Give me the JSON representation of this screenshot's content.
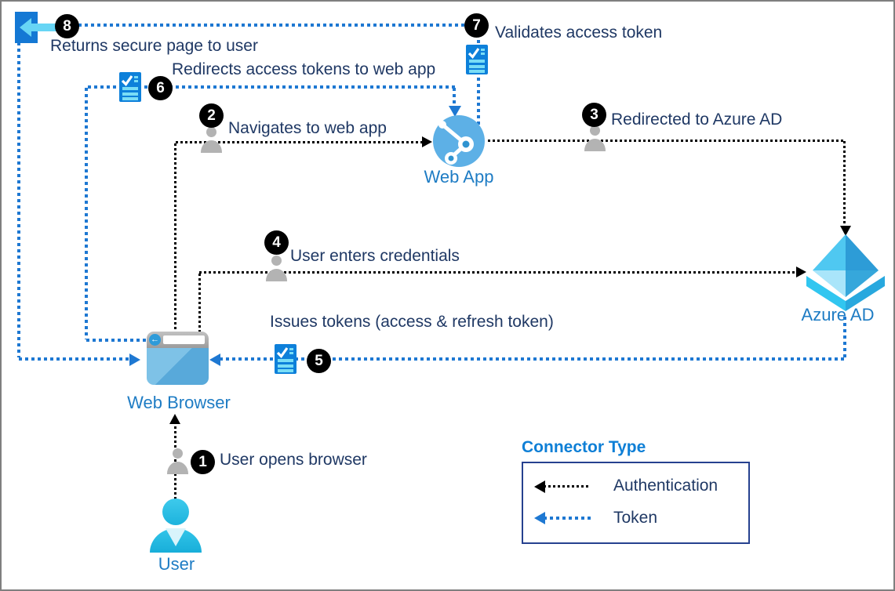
{
  "diagram": {
    "nodes": {
      "user": "User",
      "web_browser": "Web Browser",
      "web_app": "Web App",
      "azure_ad": "Azure AD"
    },
    "steps": [
      {
        "num": "1",
        "label": "User opens browser"
      },
      {
        "num": "2",
        "label": "Navigates to web app"
      },
      {
        "num": "3",
        "label": "Redirected to Azure AD"
      },
      {
        "num": "4",
        "label": "User enters credentials"
      },
      {
        "num": "5",
        "label": "Issues tokens (access & refresh token)"
      },
      {
        "num": "6",
        "label": "Redirects access tokens to web app"
      },
      {
        "num": "7",
        "label": "Validates access token"
      },
      {
        "num": "8",
        "label": "Returns secure page to user"
      }
    ],
    "legend": {
      "title": "Connector Type",
      "items": [
        {
          "label": "Authentication",
          "color": "#000000"
        },
        {
          "label": "Token",
          "color": "#1e78d2"
        }
      ]
    },
    "colors": {
      "authentication_line": "#000000",
      "token_line": "#1e78d2",
      "annotation_text": "#1f3864",
      "node_label": "#1e7cc4",
      "legend_title": "#0e7fd6",
      "legend_border": "#26418f"
    }
  }
}
